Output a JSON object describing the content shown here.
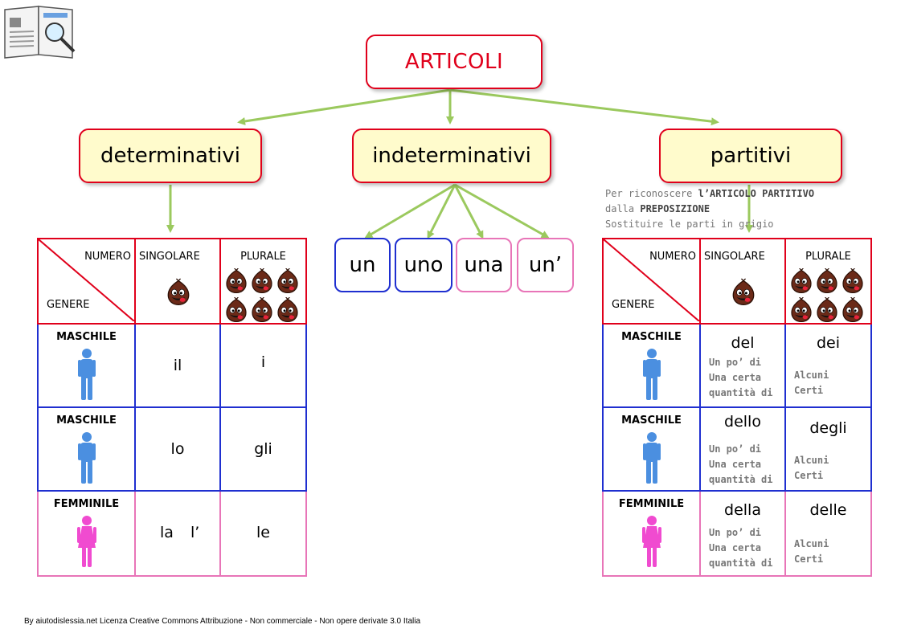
{
  "colors": {
    "red": "#e0001b",
    "blue": "#1f2fd0",
    "pink": "#e875b8",
    "arrow": "#9bc95e",
    "yellow_fill": "#fffbcc"
  },
  "root": {
    "label": "ARTICOLI"
  },
  "categories": [
    {
      "label": "determinativi"
    },
    {
      "label": "indeterminativi"
    },
    {
      "label": "partitivi"
    }
  ],
  "indefinite": [
    {
      "label": "un",
      "color": "blue"
    },
    {
      "label": "uno",
      "color": "blue"
    },
    {
      "label": "una",
      "color": "pink"
    },
    {
      "label": "un’",
      "color": "pink"
    }
  ],
  "note": {
    "line1_prefix": "Per riconoscere ",
    "line1_bold": "l’ARTICOLO PARTITIVO",
    "line2_prefix": "dalla ",
    "line2_bold": "PREPOSIZIONE",
    "line3": "Sostituire le parti in grigio"
  },
  "table_headers": {
    "numero": "NUMERO",
    "genere": "GENERE",
    "singolare": "SINGOLARE",
    "plurale": "PLURALE"
  },
  "det_table": {
    "rows": [
      {
        "gender": "MASCHILE",
        "singular": "il",
        "plural": "i"
      },
      {
        "gender": "MASCHILE",
        "singular": "lo",
        "plural": "gli"
      },
      {
        "gender": "FEMMINILE",
        "singular": "la",
        "singular_alt": "l’",
        "plural": "le"
      }
    ]
  },
  "part_table": {
    "rows": [
      {
        "gender": "MASCHILE",
        "singular": "del",
        "plural": "dei"
      },
      {
        "gender": "MASCHILE",
        "singular": "dello",
        "plural": "degli"
      },
      {
        "gender": "FEMMINILE",
        "singular": "della",
        "plural": "delle"
      }
    ],
    "singular_sub": [
      "Un po’ di",
      "Una certa",
      "quantità di"
    ],
    "plural_sub": [
      "Alcuni",
      "Certi"
    ]
  },
  "icons": {
    "logo": "book-magnifier-icon",
    "chestnut": "chestnut-icon",
    "male": "male-person-icon",
    "female": "female-person-icon"
  },
  "credit": "By aiutodislessia.net Licenza Creative Commons Attribuzione - Non commerciale - Non opere derivate 3.0 Italia"
}
